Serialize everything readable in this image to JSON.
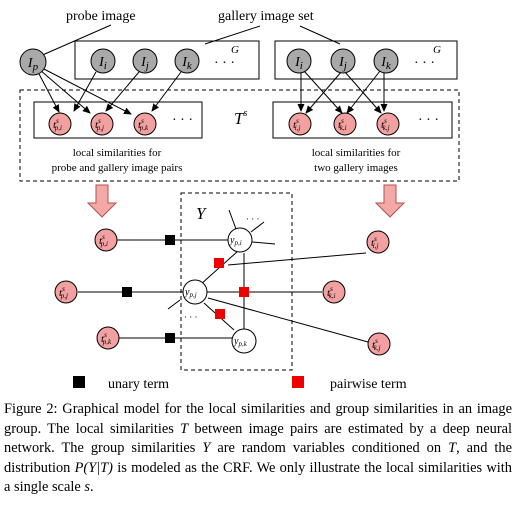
{
  "figure": {
    "top_labels": {
      "probe": "probe image",
      "gallery": "gallery image set"
    },
    "gallery_symbol": "G",
    "ts_symbol": "T",
    "ts_superscript": "s",
    "dots": "· · ·",
    "probe_node": {
      "base": "I",
      "sub": "p"
    },
    "gallery_left_nodes": [
      {
        "base": "I",
        "sub": "i"
      },
      {
        "base": "I",
        "sub": "j"
      },
      {
        "base": "I",
        "sub": "k"
      }
    ],
    "gallery_right_nodes": [
      {
        "base": "I",
        "sub": "i"
      },
      {
        "base": "I",
        "sub": "j"
      },
      {
        "base": "I",
        "sub": "k"
      }
    ],
    "left_sim_nodes": [
      {
        "sup": "s",
        "sub": "p,i"
      },
      {
        "sup": "s",
        "sub": "p,j"
      },
      {
        "sup": "s",
        "sub": "p,k"
      }
    ],
    "right_sim_nodes": [
      {
        "sup": "s",
        "sub": "i,j"
      },
      {
        "sup": "s",
        "sub": "k,i"
      },
      {
        "sup": "s",
        "sub": "k,j"
      }
    ],
    "left_box_caption": [
      "local similarities for",
      "probe and gallery image pairs"
    ],
    "right_box_caption": [
      "local similarities for",
      "two gallery images"
    ],
    "crf": {
      "y_symbol": "Y",
      "y_nodes": [
        {
          "sub": "p,i"
        },
        {
          "sub": "p,j"
        },
        {
          "sub": "p,k"
        }
      ],
      "t_left": [
        {
          "sub": "p,i"
        },
        {
          "sub": "p,j"
        },
        {
          "sub": "p,k"
        }
      ],
      "t_right": [
        {
          "sub": "i,j"
        },
        {
          "sub": "k,i"
        },
        {
          "sub": "k,j"
        }
      ]
    },
    "legend": {
      "unary": "unary term",
      "pairwise": "pairwise term"
    },
    "colors": {
      "gallery_node": "#a9a9a9",
      "sim_node": "#f2a0a0",
      "arrow_fill": "#f4a8a8",
      "arrow_stroke": "#b55050",
      "pairwise": "#ee0000",
      "unary": "#000000"
    }
  },
  "caption": {
    "p1": "Figure 2: Graphical model for the local similarities and group similarities in an image group. The local similarities ",
    "t1": "T",
    "p2": " between image pairs are estimated by a deep neural network. The group similarities ",
    "y1": "Y",
    "p3": " are random variables conditioned on ",
    "t2": "T",
    "p4": ", and the distribution ",
    "dist": "P(Y|T)",
    "p5": " is modeled as the CRF. We only illustrate the local similarities with a single scale ",
    "scale": "s",
    "p6": "."
  }
}
